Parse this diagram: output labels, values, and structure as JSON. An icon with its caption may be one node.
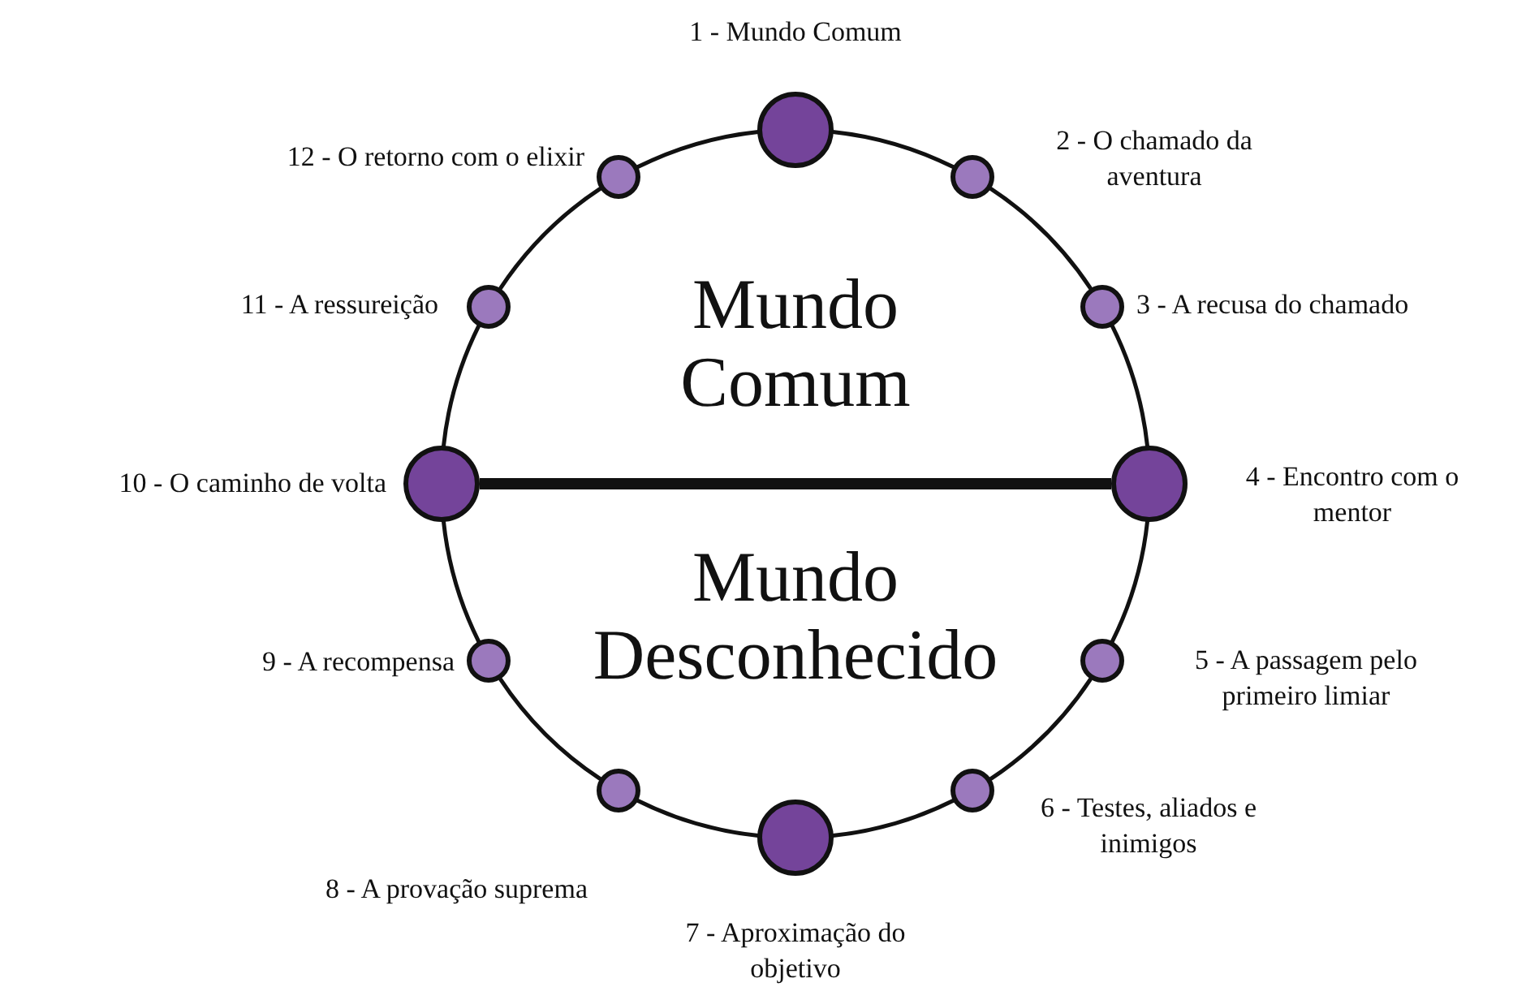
{
  "diagram": {
    "nodes": [
      {
        "text": [],
        "shape": "circle",
        "beside": [
          "1 - Mundo Comum"
        ]
      },
      {
        "text": [],
        "shape": "circle",
        "beside": [
          "2 - O chamado da aventura"
        ]
      },
      {
        "text": [],
        "shape": "circle",
        "beside": [
          "3 - A recusa do chamado"
        ]
      },
      {
        "text": [],
        "shape": "circle",
        "beside": [
          "4 - Encontro com o mentor"
        ]
      },
      {
        "text": [],
        "shape": "circle",
        "beside": [
          "5 - A passagem pelo primeiro limiar"
        ]
      },
      {
        "text": [],
        "shape": "circle",
        "beside": [
          "6 - Testes, aliados e inimigos"
        ]
      },
      {
        "text": [],
        "shape": "circle",
        "beside": [
          "7 - Aproximação do objetivo"
        ]
      },
      {
        "text": [],
        "shape": "circle",
        "beside": [
          "8 - A provação suprema"
        ]
      },
      {
        "text": [],
        "shape": "circle",
        "beside": [
          "9 - A recompensa"
        ]
      },
      {
        "text": [],
        "shape": "circle",
        "beside": [
          "10 - O caminho de volta"
        ]
      },
      {
        "text": [],
        "shape": "circle",
        "beside": [
          "11 - A ressureição"
        ]
      },
      {
        "text": [],
        "shape": "circle",
        "beside": [
          "12 - O retorno com o elixir"
        ]
      }
    ],
    "edges": [
      {
        "from": 0,
        "to": 1,
        "arrow": "none"
      },
      {
        "from": 1,
        "to": 2,
        "arrow": "none"
      },
      {
        "from": 2,
        "to": 3,
        "arrow": "none"
      },
      {
        "from": 3,
        "to": 4,
        "arrow": "none"
      },
      {
        "from": 4,
        "to": 5,
        "arrow": "none"
      },
      {
        "from": 5,
        "to": 6,
        "arrow": "none"
      },
      {
        "from": 6,
        "to": 7,
        "arrow": "none"
      },
      {
        "from": 7,
        "to": 8,
        "arrow": "none"
      },
      {
        "from": 8,
        "to": 9,
        "arrow": "none"
      },
      {
        "from": 9,
        "to": 10,
        "arrow": "none"
      },
      {
        "from": 10,
        "to": 11,
        "arrow": "none"
      },
      {
        "from": 11,
        "to": 0,
        "arrow": "none"
      },
      {
        "from": 9,
        "to": 3,
        "arrow": "none",
        "style": "thick"
      }
    ],
    "labels": [
      "Mundo Comum",
      "Mundo Desconhecido"
    ]
  }
}
